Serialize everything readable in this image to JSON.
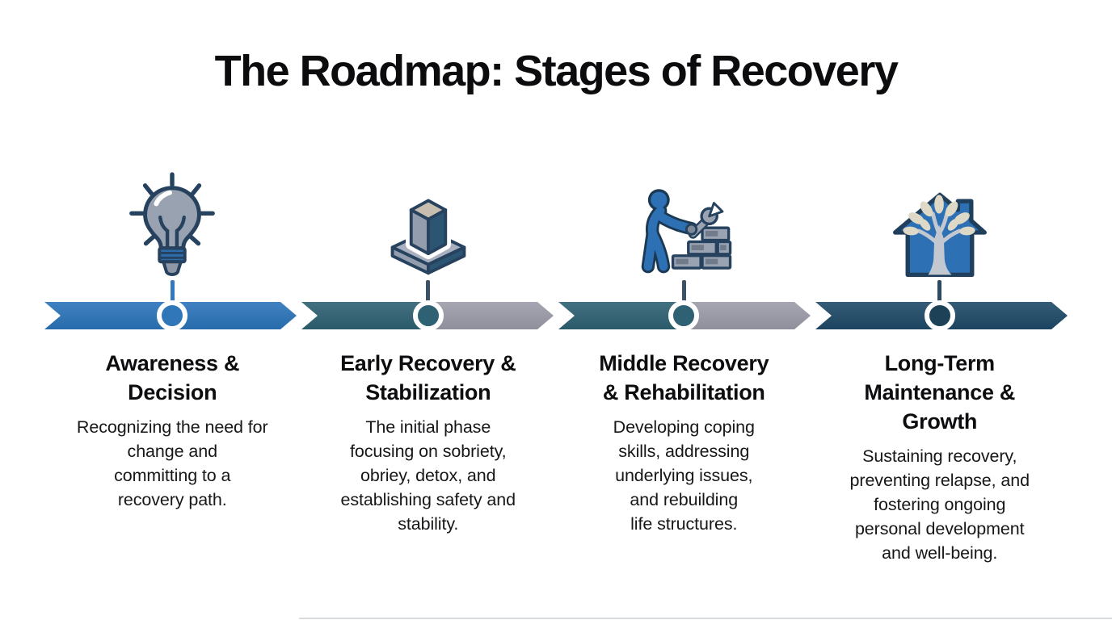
{
  "page": {
    "title": "The Roadmap: Stages of Recovery",
    "background_color": "#ffffff",
    "text_color": "#0c0c0e"
  },
  "timeline": {
    "style": "chevron-ribbon-arrow",
    "ring_color": "#ffffff",
    "palette": {
      "blue": "#2b74ba",
      "teal": "#2e6173",
      "gray": "#9b9ca9",
      "navy": "#1e4a68"
    }
  },
  "stages": [
    {
      "icon": "lightbulb-icon",
      "heading": "Awareness &\nDecision",
      "description": "Recognizing the need for\nchange and\ncommitting to a\nrecovery path.",
      "segment_left_color": "#2b74ba",
      "segment_right_color": "#2b74ba",
      "marker_color": "#2f77b8",
      "connector_color": "#3579bd"
    },
    {
      "icon": "foundation-block-icon",
      "heading": "Early Recovery &\nStabilization",
      "description": "The initial phase\nfocusing on sobriety,\nobriey, detox, and\nestablishing safety and\nstability.",
      "segment_left_color": "#2e6173",
      "segment_right_color": "#9b9ca9",
      "marker_color": "#2e6173",
      "connector_color": "#3b5166"
    },
    {
      "icon": "builder-icon",
      "heading": "Middle Recovery\n& Rehabilitation",
      "description": "Developing coping\nskills, addressing\nunderlying issues,\nand rebuilding\nlife structures.",
      "segment_left_color": "#2e6173",
      "segment_right_color": "#9b9ca9",
      "marker_color": "#2e6173",
      "connector_color": "#3b5166"
    },
    {
      "icon": "house-tree-icon",
      "heading": "Long-Term\nMaintenance &\nGrowth",
      "description": "Sustaining recovery,\npreventing relapse, and\nfostering ongoing\npersonal development\nand well-being.",
      "segment_left_color": "#1e4a68",
      "segment_right_color": "#1e4a68",
      "marker_color": "#1d4257",
      "connector_color": "#2b4a63"
    }
  ]
}
